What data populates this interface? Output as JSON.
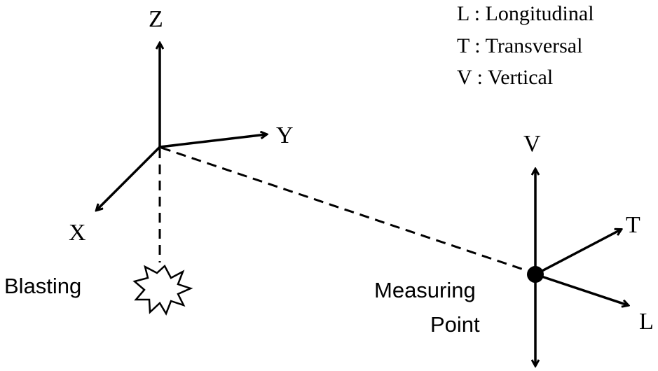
{
  "origin_axes": {
    "z_label": "Z",
    "y_label": "Y",
    "x_label": "X"
  },
  "measuring_axes": {
    "v_label": "V",
    "t_label": "T",
    "l_label": "L"
  },
  "legend": {
    "items": [
      "L : Longitudinal",
      "T : Transversal",
      "V : Vertical"
    ]
  },
  "blasting": {
    "label": "Blasting"
  },
  "measuring_point": {
    "label_line1": "Measuring",
    "label_line2": "Point"
  },
  "colors": {
    "stroke": "#000000",
    "background": "#ffffff"
  }
}
